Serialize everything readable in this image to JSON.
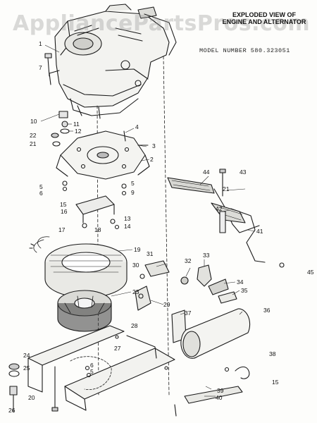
{
  "watermark": "AppliancePartsPros.com",
  "title": {
    "line1": "EXPLODED VIEW OF",
    "line2": "ENGINE AND ALTERNATOR"
  },
  "model_number": "MODEL NUMBER 580.323051",
  "part_labels": [
    {
      "id": "1",
      "text": "1"
    },
    {
      "id": "2",
      "text": "2"
    },
    {
      "id": "3",
      "text": "3"
    },
    {
      "id": "4",
      "text": "4"
    },
    {
      "id": "5a",
      "text": "5"
    },
    {
      "id": "5b",
      "text": "5"
    },
    {
      "id": "5c",
      "text": "5"
    },
    {
      "id": "6a",
      "text": "6"
    },
    {
      "id": "6b",
      "text": "6"
    },
    {
      "id": "7",
      "text": "7"
    },
    {
      "id": "9",
      "text": "9"
    },
    {
      "id": "10",
      "text": "10"
    },
    {
      "id": "11",
      "text": "11"
    },
    {
      "id": "12",
      "text": "12"
    },
    {
      "id": "13",
      "text": "13"
    },
    {
      "id": "14",
      "text": "14"
    },
    {
      "id": "15",
      "text": "15"
    },
    {
      "id": "16",
      "text": "16"
    },
    {
      "id": "17",
      "text": "17"
    },
    {
      "id": "18",
      "text": "18"
    },
    {
      "id": "19",
      "text": "19"
    },
    {
      "id": "20",
      "text": "20"
    },
    {
      "id": "21a",
      "text": "21"
    },
    {
      "id": "21b",
      "text": "21"
    },
    {
      "id": "22",
      "text": "22"
    },
    {
      "id": "23",
      "text": "23"
    },
    {
      "id": "24",
      "text": "24"
    },
    {
      "id": "25",
      "text": "25"
    },
    {
      "id": "26",
      "text": "26"
    },
    {
      "id": "27",
      "text": "27"
    },
    {
      "id": "28",
      "text": "28"
    },
    {
      "id": "29",
      "text": "29"
    },
    {
      "id": "30",
      "text": "30"
    },
    {
      "id": "31",
      "text": "31"
    },
    {
      "id": "32",
      "text": "32"
    },
    {
      "id": "33",
      "text": "33"
    },
    {
      "id": "34",
      "text": "34"
    },
    {
      "id": "35",
      "text": "35"
    },
    {
      "id": "36",
      "text": "36"
    },
    {
      "id": "37",
      "text": "37"
    },
    {
      "id": "38",
      "text": "38"
    },
    {
      "id": "39",
      "text": "39"
    },
    {
      "id": "40",
      "text": "40"
    },
    {
      "id": "41",
      "text": "41"
    },
    {
      "id": "42",
      "text": "42"
    },
    {
      "id": "43",
      "text": "43"
    },
    {
      "id": "44",
      "text": "44"
    },
    {
      "id": "45",
      "text": "45"
    },
    {
      "id": "15b",
      "text": "15"
    }
  ]
}
